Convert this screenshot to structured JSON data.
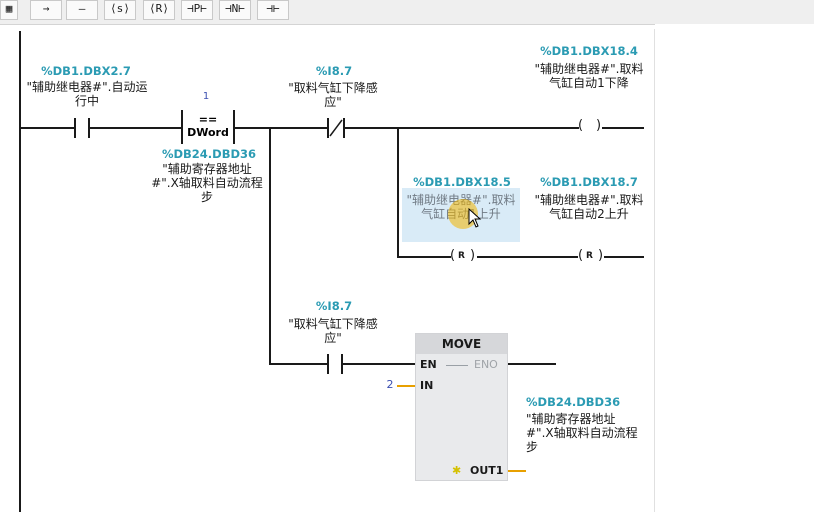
{
  "toolbar": {
    "buttons": [
      {
        "icon": "network-icon",
        "glyph": "▦"
      },
      {
        "icon": "insert-arrow-icon",
        "glyph": "→"
      },
      {
        "icon": "open-branch-icon",
        "glyph": "–"
      },
      {
        "icon": "set-coil-icon",
        "glyph": "⟨s⟩"
      },
      {
        "icon": "reset-coil-icon",
        "glyph": "⟨R⟩"
      },
      {
        "icon": "positive-edge-icon",
        "glyph": "⊣P⊢"
      },
      {
        "icon": "negative-edge-icon",
        "glyph": "⊣N⊢"
      },
      {
        "icon": "contact-icon",
        "glyph": "⊣⊢"
      }
    ]
  },
  "rung1": {
    "contact1": {
      "address": "%DB1.DBX2.7",
      "name": "\"辅助继电器#\".自动运行中"
    },
    "compare": {
      "op": "==",
      "type": "DWord",
      "value": "1",
      "address": "%DB24.DBD36",
      "name": "\"辅助寄存器地址#\".X轴取料自动流程步"
    },
    "contact2": {
      "address": "%I8.7",
      "name": "\"取料气缸下降感应\""
    },
    "coil1": {
      "address": "%DB1.DBX18.4",
      "name": "\"辅助继电器#\".取料气缸自动1下降"
    },
    "reset1": {
      "address": "%DB1.DBX18.5",
      "name": "\"辅助继电器#\".取料气缸自动1上升",
      "coil_label": "R"
    },
    "reset2": {
      "address": "%DB1.DBX18.7",
      "name": "\"辅助继电器#\".取料气缸自动2上升",
      "coil_label": "R"
    }
  },
  "branch2": {
    "contact": {
      "address": "%I8.7",
      "name": "\"取料气缸下降感应\""
    },
    "move": {
      "title": "MOVE",
      "en": "EN",
      "eno": "ENO",
      "in": "IN",
      "in_value": "2",
      "out": "OUT1",
      "out_address": "%DB24.DBD36",
      "out_name": "\"辅助寄存器地址#\".X轴取料自动流程步"
    }
  }
}
